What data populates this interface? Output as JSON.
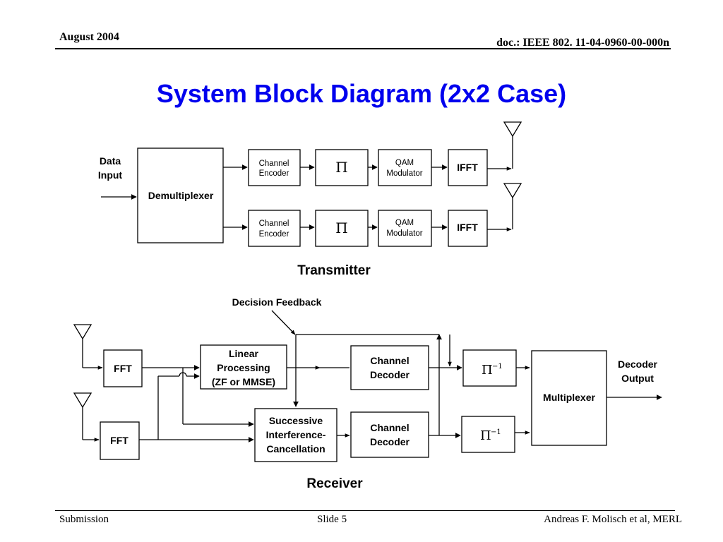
{
  "header": {
    "date": "August 2004",
    "doc": "doc.: IEEE 802. 11-04-0960-00-000n"
  },
  "title": "System Block Diagram (2x2 Case)",
  "transmitter": {
    "section_label": "Transmitter",
    "input_label_line1": "Data",
    "input_label_line2": "Input",
    "demux": "Demultiplexer",
    "encoder_line1": "Channel",
    "encoder_line2": "Encoder",
    "interleaver": "Π",
    "qam_line1": "QAM",
    "qam_line2": "Modulator",
    "ifft": "IFFT"
  },
  "receiver": {
    "section_label": "Receiver",
    "decision_feedback": "Decision Feedback",
    "fft": "FFT",
    "linear_line1": "Linear",
    "linear_line2": "Processing",
    "linear_line3": "(ZF or MMSE)",
    "sic_line1": "Successive",
    "sic_line2": "Interference-",
    "sic_line3": "Cancellation",
    "decoder_line1": "Channel",
    "decoder_line2": "Decoder",
    "deinterleaver": "Π",
    "deinterleaver_exp": "−1",
    "mux": "Multiplexer",
    "output_line1": "Decoder",
    "output_line2": "Output"
  },
  "footer": {
    "left": "Submission",
    "center": "Slide 5",
    "right": "Andreas F. Molisch et al, MERL"
  }
}
